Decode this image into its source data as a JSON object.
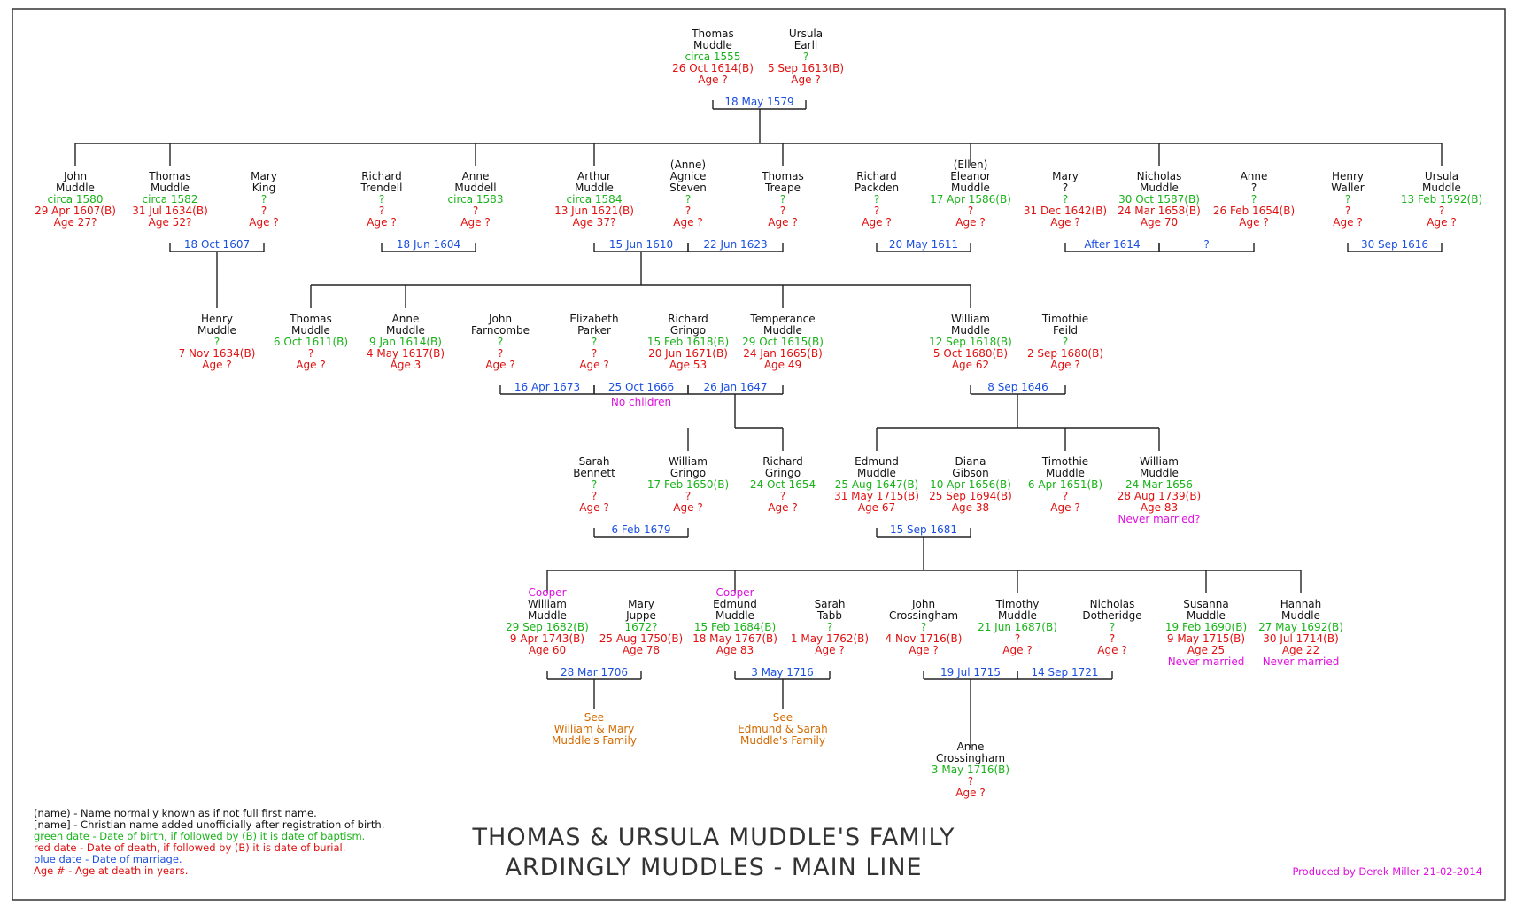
{
  "colors": {
    "name": "#111111",
    "birth": "#19b319",
    "death": "#e01010",
    "marriage": "#1a4fe0",
    "note": "#e010e0",
    "see": "#d46a00",
    "line": "#222222",
    "border": "#333333"
  },
  "people": [
    {
      "id": "thomas-sr",
      "lines": [
        "Thomas",
        "Muddle",
        "circa 1555",
        "26 Oct 1614(B)",
        "Age ?"
      ],
      "kinds": [
        "name",
        "name",
        "birth",
        "death",
        "death"
      ]
    },
    {
      "id": "ursula-earll",
      "lines": [
        "Ursula",
        "Earll",
        "?",
        "5 Sep 1613(B)",
        "Age ?"
      ],
      "kinds": [
        "name",
        "name",
        "birth",
        "death",
        "death"
      ]
    },
    {
      "id": "john-1580",
      "lines": [
        "John",
        "Muddle",
        "circa 1580",
        "29 Apr 1607(B)",
        "Age 27?"
      ],
      "kinds": [
        "name",
        "name",
        "birth",
        "death",
        "death"
      ]
    },
    {
      "id": "thomas-1582",
      "lines": [
        "Thomas",
        "Muddle",
        "circa 1582",
        "31 Jul 1634(B)",
        "Age 52?"
      ],
      "kinds": [
        "name",
        "name",
        "birth",
        "death",
        "death"
      ]
    },
    {
      "id": "mary-king",
      "lines": [
        "Mary",
        "King",
        "?",
        "?",
        "Age ?"
      ],
      "kinds": [
        "name",
        "name",
        "birth",
        "death",
        "death"
      ]
    },
    {
      "id": "richard-trendell",
      "lines": [
        "Richard",
        "Trendell",
        "?",
        "?",
        "Age ?"
      ],
      "kinds": [
        "name",
        "name",
        "birth",
        "death",
        "death"
      ]
    },
    {
      "id": "anne-muddell",
      "lines": [
        "Anne",
        "Muddell",
        "circa 1583",
        "?",
        "Age ?"
      ],
      "kinds": [
        "name",
        "name",
        "birth",
        "death",
        "death"
      ]
    },
    {
      "id": "arthur-1584",
      "lines": [
        "Arthur",
        "Muddle",
        "circa 1584",
        "13 Jun 1621(B)",
        "Age 37?"
      ],
      "kinds": [
        "name",
        "name",
        "birth",
        "death",
        "death"
      ]
    },
    {
      "id": "agnice-steven",
      "lines": [
        "(Anne)",
        "Agnice",
        "Steven",
        "?",
        "?",
        "Age ?"
      ],
      "kinds": [
        "name",
        "name",
        "name",
        "birth",
        "death",
        "death"
      ]
    },
    {
      "id": "thomas-treape",
      "lines": [
        "Thomas",
        "Treape",
        "?",
        "?",
        "Age ?"
      ],
      "kinds": [
        "name",
        "name",
        "birth",
        "death",
        "death"
      ]
    },
    {
      "id": "richard-packden",
      "lines": [
        "Richard",
        "Packden",
        "?",
        "?",
        "Age ?"
      ],
      "kinds": [
        "name",
        "name",
        "birth",
        "death",
        "death"
      ]
    },
    {
      "id": "eleanor-muddle",
      "lines": [
        "(Ellen)",
        "Eleanor",
        "Muddle",
        "17 Apr 1586(B)",
        "?",
        "Age ?"
      ],
      "kinds": [
        "name",
        "name",
        "name",
        "birth",
        "death",
        "death"
      ]
    },
    {
      "id": "mary-q",
      "lines": [
        "Mary",
        "?",
        "?",
        "31 Dec 1642(B)",
        "Age ?"
      ],
      "kinds": [
        "name",
        "name",
        "birth",
        "death",
        "death"
      ]
    },
    {
      "id": "nicholas-1587",
      "lines": [
        "Nicholas",
        "Muddle",
        "30 Oct 1587(B)",
        "24 Mar 1658(B)",
        "Age 70"
      ],
      "kinds": [
        "name",
        "name",
        "birth",
        "death",
        "death"
      ]
    },
    {
      "id": "anne-q",
      "lines": [
        "Anne",
        "?",
        "?",
        "26 Feb 1654(B)",
        "Age ?"
      ],
      "kinds": [
        "name",
        "name",
        "birth",
        "death",
        "death"
      ]
    },
    {
      "id": "henry-waller",
      "lines": [
        "Henry",
        "Waller",
        "?",
        "?",
        "Age ?"
      ],
      "kinds": [
        "name",
        "name",
        "birth",
        "death",
        "death"
      ]
    },
    {
      "id": "ursula-1592",
      "lines": [
        "Ursula",
        "Muddle",
        "13 Feb 1592(B)",
        "?",
        "Age ?"
      ],
      "kinds": [
        "name",
        "name",
        "birth",
        "death",
        "death"
      ]
    },
    {
      "id": "henry-muddle",
      "lines": [
        "Henry",
        "Muddle",
        "?",
        "7 Nov 1634(B)",
        "Age ?"
      ],
      "kinds": [
        "name",
        "name",
        "birth",
        "death",
        "death"
      ]
    },
    {
      "id": "thomas-1611",
      "lines": [
        "Thomas",
        "Muddle",
        "6 Oct 1611(B)",
        "?",
        "Age ?"
      ],
      "kinds": [
        "name",
        "name",
        "birth",
        "death",
        "death"
      ]
    },
    {
      "id": "anne-1614",
      "lines": [
        "Anne",
        "Muddle",
        "9 Jan 1614(B)",
        "4 May 1617(B)",
        "Age 3"
      ],
      "kinds": [
        "name",
        "name",
        "birth",
        "death",
        "death"
      ]
    },
    {
      "id": "john-farncombe",
      "lines": [
        "John",
        "Farncombe",
        "?",
        "?",
        "Age ?"
      ],
      "kinds": [
        "name",
        "name",
        "birth",
        "death",
        "death"
      ]
    },
    {
      "id": "elizabeth-parker",
      "lines": [
        "Elizabeth",
        "Parker",
        "?",
        "?",
        "Age ?"
      ],
      "kinds": [
        "name",
        "name",
        "birth",
        "death",
        "death"
      ]
    },
    {
      "id": "richard-gringo-1618",
      "lines": [
        "Richard",
        "Gringo",
        "15 Feb 1618(B)",
        "20 Jun 1671(B)",
        "Age 53"
      ],
      "kinds": [
        "name",
        "name",
        "birth",
        "death",
        "death"
      ]
    },
    {
      "id": "temperance-muddle",
      "lines": [
        "Temperance",
        "Muddle",
        "29 Oct 1615(B)",
        "24 Jan 1665(B)",
        "Age 49"
      ],
      "kinds": [
        "name",
        "name",
        "birth",
        "death",
        "death"
      ]
    },
    {
      "id": "william-1618",
      "lines": [
        "William",
        "Muddle",
        "12 Sep 1618(B)",
        "5 Oct 1680(B)",
        "Age 62"
      ],
      "kinds": [
        "name",
        "name",
        "birth",
        "death",
        "death"
      ]
    },
    {
      "id": "timothie-feild",
      "lines": [
        "Timothie",
        "Feild",
        "?",
        "2 Sep 1680(B)",
        "Age ?"
      ],
      "kinds": [
        "name",
        "name",
        "birth",
        "death",
        "death"
      ]
    },
    {
      "id": "sarah-bennett",
      "lines": [
        "Sarah",
        "Bennett",
        "?",
        "?",
        "Age ?"
      ],
      "kinds": [
        "name",
        "name",
        "birth",
        "death",
        "death"
      ]
    },
    {
      "id": "william-gringo",
      "lines": [
        "William",
        "Gringo",
        "17 Feb 1650(B)",
        "?",
        "Age ?"
      ],
      "kinds": [
        "name",
        "name",
        "birth",
        "death",
        "death"
      ]
    },
    {
      "id": "richard-gringo-1654",
      "lines": [
        "Richard",
        "Gringo",
        "24 Oct 1654",
        "?",
        "Age ?"
      ],
      "kinds": [
        "name",
        "name",
        "birth",
        "death",
        "death"
      ]
    },
    {
      "id": "edmund-1647",
      "lines": [
        "Edmund",
        "Muddle",
        "25 Aug 1647(B)",
        "31 May 1715(B)",
        "Age 67"
      ],
      "kinds": [
        "name",
        "name",
        "birth",
        "death",
        "death"
      ]
    },
    {
      "id": "diana-gibson",
      "lines": [
        "Diana",
        "Gibson",
        "10 Apr 1656(B)",
        "25 Sep 1694(B)",
        "Age 38"
      ],
      "kinds": [
        "name",
        "name",
        "birth",
        "death",
        "death"
      ]
    },
    {
      "id": "timothie-1651",
      "lines": [
        "Timothie",
        "Muddle",
        "6 Apr 1651(B)",
        "?",
        "Age ?"
      ],
      "kinds": [
        "name",
        "name",
        "birth",
        "death",
        "death"
      ]
    },
    {
      "id": "william-1656",
      "lines": [
        "William",
        "Muddle",
        "24 Mar 1656",
        "28 Aug 1739(B)",
        "Age 83",
        "Never married?"
      ],
      "kinds": [
        "name",
        "name",
        "birth",
        "death",
        "death",
        "note"
      ]
    },
    {
      "id": "william-1682",
      "lines": [
        "Cooper",
        "William",
        "Muddle",
        "29 Sep 1682(B)",
        "9 Apr 1743(B)",
        "Age 60"
      ],
      "kinds": [
        "note",
        "name",
        "name",
        "birth",
        "death",
        "death"
      ]
    },
    {
      "id": "mary-juppe",
      "lines": [
        "Mary",
        "Juppe",
        "1672?",
        "25 Aug 1750(B)",
        "Age 78"
      ],
      "kinds": [
        "name",
        "name",
        "birth",
        "death",
        "death"
      ]
    },
    {
      "id": "edmund-1684",
      "lines": [
        "Cooper",
        "Edmund",
        "Muddle",
        "15 Feb 1684(B)",
        "18 May 1767(B)",
        "Age 83"
      ],
      "kinds": [
        "note",
        "name",
        "name",
        "birth",
        "death",
        "death"
      ]
    },
    {
      "id": "sarah-tabb",
      "lines": [
        "Sarah",
        "Tabb",
        "?",
        "1 May 1762(B)",
        "Age ?"
      ],
      "kinds": [
        "name",
        "name",
        "birth",
        "death",
        "death"
      ]
    },
    {
      "id": "john-crossingham",
      "lines": [
        "John",
        "Crossingham",
        "?",
        "4 Nov 1716(B)",
        "Age ?"
      ],
      "kinds": [
        "name",
        "name",
        "birth",
        "death",
        "death"
      ]
    },
    {
      "id": "timothy-1687",
      "lines": [
        "Timothy",
        "Muddle",
        "21 Jun 1687(B)",
        "?",
        "Age ?"
      ],
      "kinds": [
        "name",
        "name",
        "birth",
        "death",
        "death"
      ]
    },
    {
      "id": "nicholas-dotheridge",
      "lines": [
        "Nicholas",
        "Dotheridge",
        "?",
        "?",
        "Age ?"
      ],
      "kinds": [
        "name",
        "name",
        "birth",
        "death",
        "death"
      ]
    },
    {
      "id": "susanna-1690",
      "lines": [
        "Susanna",
        "Muddle",
        "19 Feb 1690(B)",
        "9 May 1715(B)",
        "Age 25",
        "Never married"
      ],
      "kinds": [
        "name",
        "name",
        "birth",
        "death",
        "death",
        "note"
      ]
    },
    {
      "id": "hannah-1692",
      "lines": [
        "Hannah",
        "Muddle",
        "27 May 1692(B)",
        "30 Jul 1714(B)",
        "Age 22",
        "Never married"
      ],
      "kinds": [
        "name",
        "name",
        "birth",
        "death",
        "death",
        "note"
      ]
    },
    {
      "id": "anne-crossingham",
      "lines": [
        "Anne",
        "Crossingham",
        "3 May 1716(B)",
        "?",
        "Age ?"
      ],
      "kinds": [
        "name",
        "name",
        "birth",
        "death",
        "death"
      ]
    }
  ],
  "marriages": [
    {
      "id": "m-1579",
      "date": "18 May 1579"
    },
    {
      "id": "m-1607",
      "date": "18 Oct 1607"
    },
    {
      "id": "m-1604",
      "date": "18 Jun 1604"
    },
    {
      "id": "m-1610",
      "date": "15 Jun 1610"
    },
    {
      "id": "m-1623",
      "date": "22 Jun 1623"
    },
    {
      "id": "m-1611",
      "date": "20 May 1611"
    },
    {
      "id": "m-after1614",
      "date": "After 1614"
    },
    {
      "id": "m-nicholas-anne",
      "date": "?"
    },
    {
      "id": "m-1616",
      "date": "30 Sep 1616"
    },
    {
      "id": "m-1673",
      "date": "16 Apr 1673"
    },
    {
      "id": "m-1666",
      "date": "25 Oct 1666"
    },
    {
      "id": "m-1647",
      "date": "26 Jan 1647"
    },
    {
      "id": "m-1646",
      "date": "8 Sep 1646"
    },
    {
      "id": "m-1679",
      "date": "6 Feb 1679"
    },
    {
      "id": "m-1681",
      "date": "15 Sep 1681"
    },
    {
      "id": "m-1706",
      "date": "28 Mar 1706"
    },
    {
      "id": "m-1716",
      "date": "3 May 1716"
    },
    {
      "id": "m-1715",
      "date": "19 Jul 1715"
    },
    {
      "id": "m-1721",
      "date": "14 Sep 1721"
    }
  ],
  "notes": [
    {
      "id": "no-children",
      "text": "No children"
    },
    {
      "id": "see-william-mary",
      "lines": [
        "See",
        "William & Mary",
        "Muddle's Family"
      ]
    },
    {
      "id": "see-edmund-sarah",
      "lines": [
        "See",
        "Edmund & Sarah",
        "Muddle's Family"
      ]
    }
  ],
  "legend": [
    {
      "text": "(name) - Name normally known as if not full first name.",
      "kind": "name"
    },
    {
      "text": "[name] - Christian name added unofficially after registration of birth.",
      "kind": "name"
    },
    {
      "text": "green date - Date of birth, if followed by (B) it is date of baptism.",
      "kind": "birth"
    },
    {
      "text": "red date - Date of death, if followed by (B) it is date of burial.",
      "kind": "death"
    },
    {
      "text": "blue date - Date of marriage.",
      "kind": "marriage"
    },
    {
      "text": "Age # - Age at death in years.",
      "kind": "death"
    }
  ],
  "title": {
    "line1": "THOMAS & URSULA MUDDLE'S FAMILY",
    "line2": "ARDINGLY MUDDLES - MAIN LINE"
  },
  "credit": "Produced by Derek Miller 21-02-2014"
}
